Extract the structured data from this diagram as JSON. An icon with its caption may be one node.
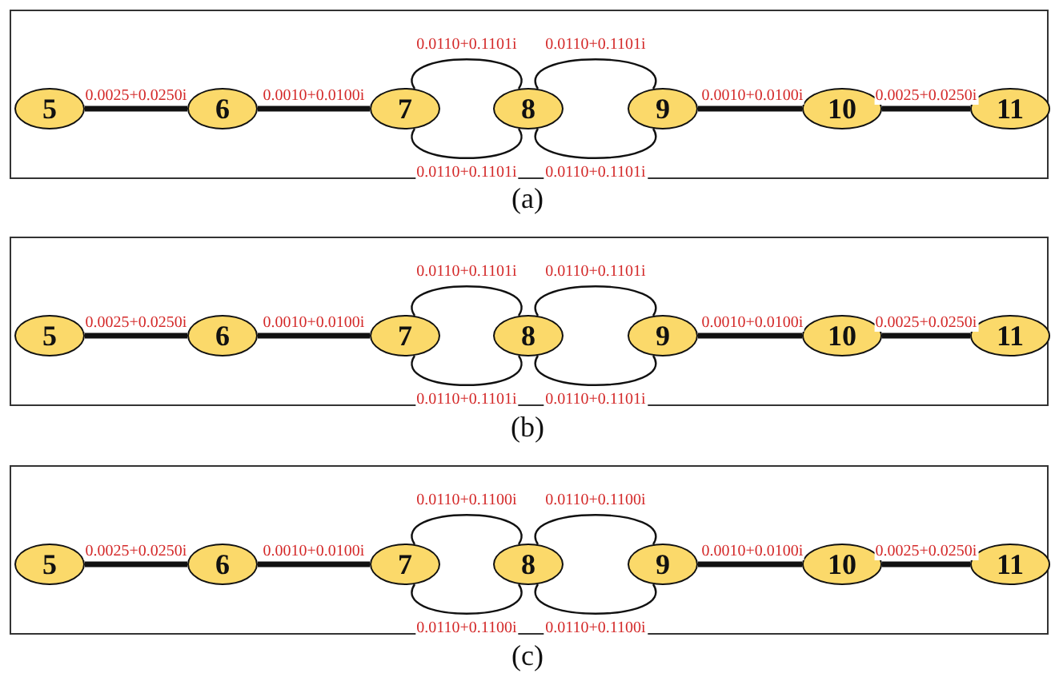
{
  "diagram": {
    "nodes": [
      {
        "text": [],
        "shape": "box"
      },
      {
        "text": [
          "5"
        ],
        "in": 0
      },
      {
        "text": [
          "6"
        ],
        "in": 0
      },
      {
        "text": [
          "7"
        ],
        "in": 0
      },
      {
        "text": [
          "8"
        ],
        "in": 0
      },
      {
        "text": [
          "9"
        ],
        "in": 0
      },
      {
        "text": [
          "10"
        ],
        "in": 0
      },
      {
        "text": [
          "11"
        ],
        "in": 0
      },
      {
        "text": [],
        "shape": "box"
      },
      {
        "text": [
          "5"
        ],
        "in": 8
      },
      {
        "text": [
          "6"
        ],
        "in": 8
      },
      {
        "text": [
          "7"
        ],
        "in": 8
      },
      {
        "text": [
          "8"
        ],
        "in": 8
      },
      {
        "text": [
          "9"
        ],
        "in": 8
      },
      {
        "text": [
          "10"
        ],
        "in": 8
      },
      {
        "text": [
          "11"
        ],
        "in": 8
      },
      {
        "text": [],
        "shape": "box"
      },
      {
        "text": [
          "5"
        ],
        "in": 16
      },
      {
        "text": [
          "6"
        ],
        "in": 16
      },
      {
        "text": [
          "7"
        ],
        "in": 16
      },
      {
        "text": [
          "8"
        ],
        "in": 16
      },
      {
        "text": [
          "9"
        ],
        "in": 16
      },
      {
        "text": [
          "10"
        ],
        "in": 16
      },
      {
        "text": [
          "11"
        ],
        "in": 16
      }
    ],
    "edges": [
      {
        "from": 1,
        "to": 2,
        "arrow": "none",
        "label": "0.0025+0.0250i",
        "style": "thick"
      },
      {
        "from": 2,
        "to": 3,
        "arrow": "none",
        "label": "0.0010+0.0100i",
        "style": "thick"
      },
      {
        "from": 3,
        "to": 4,
        "arrow": "none",
        "label": "0.0110+0.1101i"
      },
      {
        "from": 3,
        "to": 4,
        "arrow": "none",
        "label": "0.0110+0.1101i"
      },
      {
        "from": 4,
        "to": 5,
        "arrow": "none",
        "label": "0.0110+0.1101i"
      },
      {
        "from": 4,
        "to": 5,
        "arrow": "none",
        "label": "0.0110+0.1101i"
      },
      {
        "from": 5,
        "to": 6,
        "arrow": "none",
        "label": "0.0010+0.0100i",
        "style": "thick"
      },
      {
        "from": 6,
        "to": 7,
        "arrow": "none",
        "label": "0.0025+0.0250i",
        "style": "thick"
      },
      {
        "from": 9,
        "to": 10,
        "arrow": "none",
        "label": "0.0025+0.0250i",
        "style": "thick"
      },
      {
        "from": 10,
        "to": 11,
        "arrow": "none",
        "label": "0.0010+0.0100i",
        "style": "thick"
      },
      {
        "from": 11,
        "to": 12,
        "arrow": "none",
        "label": "0.0110+0.1101i"
      },
      {
        "from": 11,
        "to": 12,
        "arrow": "none",
        "label": "0.0110+0.1101i"
      },
      {
        "from": 12,
        "to": 13,
        "arrow": "none",
        "label": "0.0110+0.1101i"
      },
      {
        "from": 12,
        "to": 13,
        "arrow": "none",
        "label": "0.0110+0.1101i"
      },
      {
        "from": 13,
        "to": 14,
        "arrow": "none",
        "label": "0.0010+0.0100i",
        "style": "thick"
      },
      {
        "from": 14,
        "to": 15,
        "arrow": "none",
        "label": "0.0025+0.0250i",
        "style": "thick"
      },
      {
        "from": 17,
        "to": 18,
        "arrow": "none",
        "label": "0.0025+0.0250i",
        "style": "thick"
      },
      {
        "from": 18,
        "to": 19,
        "arrow": "none",
        "label": "0.0010+0.0100i",
        "style": "thick"
      },
      {
        "from": 19,
        "to": 20,
        "arrow": "none",
        "label": "0.0110+0.1100i"
      },
      {
        "from": 19,
        "to": 20,
        "arrow": "none",
        "label": "0.0110+0.1100i"
      },
      {
        "from": 20,
        "to": 21,
        "arrow": "none",
        "label": "0.0110+0.1100i"
      },
      {
        "from": 20,
        "to": 21,
        "arrow": "none",
        "label": "0.0110+0.1100i"
      },
      {
        "from": 21,
        "to": 22,
        "arrow": "none",
        "label": "0.0010+0.0100i",
        "style": "thick"
      },
      {
        "from": 22,
        "to": 23,
        "arrow": "none",
        "label": "0.0025+0.0250i",
        "style": "thick"
      }
    ],
    "labels": [
      "(a)",
      "(b)",
      "(c)"
    ]
  }
}
